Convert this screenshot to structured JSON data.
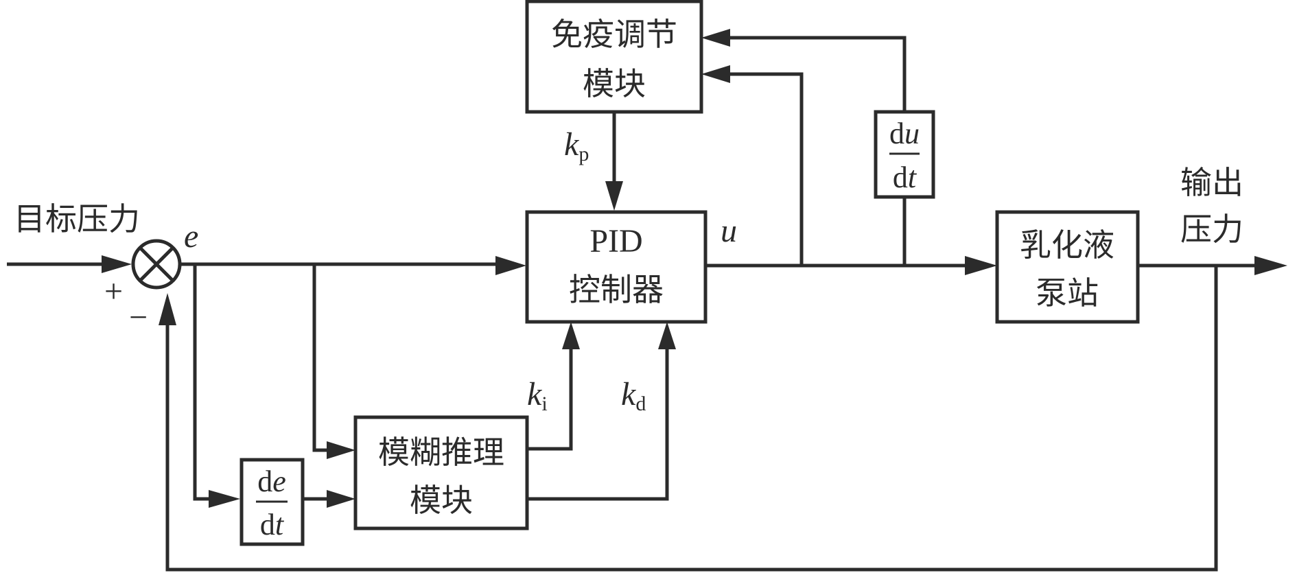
{
  "blocks": {
    "immune": {
      "line1": "免疫调节",
      "line2": "模块"
    },
    "pid": {
      "line1": "PID",
      "line2": "控制器"
    },
    "fuzzy": {
      "line1": "模糊推理",
      "line2": "模块"
    },
    "pump": {
      "line1": "乳化液",
      "line2": "泵站"
    },
    "de_dt": {
      "num_d": "d",
      "num_var": "e",
      "den_d": "d",
      "den_var": "t"
    },
    "du_dt": {
      "num_d": "d",
      "num_var": "u",
      "den_d": "d",
      "den_var": "t"
    }
  },
  "labels": {
    "target_pressure": "目标压力",
    "output_line1": "输出",
    "output_line2": "压力",
    "error": "e",
    "control_signal": "u",
    "plus": "+",
    "minus": "−",
    "kp": {
      "k": "k",
      "sub": "p"
    },
    "ki": {
      "k": "k",
      "sub": "i"
    },
    "kd": {
      "k": "k",
      "sub": "d"
    }
  },
  "colors": {
    "ink": "#2b2b2b",
    "background": "#ffffff"
  },
  "icons": {
    "summing_junction": "circle-cross-icon"
  }
}
